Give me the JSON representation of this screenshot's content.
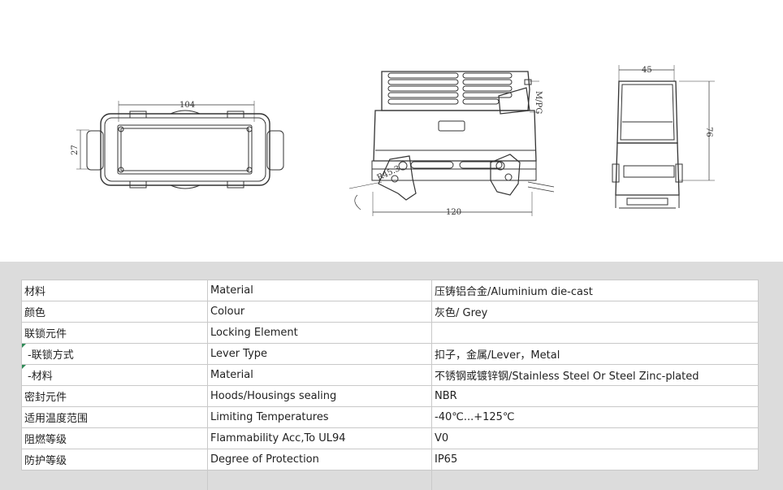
{
  "drawings": {
    "top_view": {
      "width_dim": "104",
      "height_dim": "27"
    },
    "front_view": {
      "width_dim": "120",
      "thread_label": "M/PG",
      "radius_label": "R45.3"
    },
    "side_view": {
      "width_dim": "45",
      "height_dim": "76"
    }
  },
  "spec_table": {
    "rows": [
      {
        "cn": "材料",
        "en": "Material",
        "value": "压铸铝合金/Aluminium die-cast",
        "sub": false
      },
      {
        "cn": "颜色",
        "en": "Colour",
        "value": "灰色/ Grey",
        "sub": false
      },
      {
        "cn": "联锁元件",
        "en": "Locking Element",
        "value": "",
        "sub": false
      },
      {
        "cn": "-联锁方式",
        "en": "Lever Type",
        "value": "扣子，金属/Lever，Metal",
        "sub": true
      },
      {
        "cn": "-材料",
        "en": "Material",
        "value": "不锈钢或镀锌钢/Stainless Steel Or Steel Zinc-plated",
        "sub": true
      },
      {
        "cn": "密封元件",
        "en": "Hoods/Housings sealing",
        "value": "NBR",
        "sub": false
      },
      {
        "cn": "适用温度范围",
        "en": "Limiting Temperatures",
        "value": "-40℃...+125℃",
        "sub": false
      },
      {
        "cn": "阻燃等级",
        "en": "Flammability Acc,To UL94",
        "value": "V0",
        "sub": false
      },
      {
        "cn": "防护等级",
        "en": "Degree of Protection",
        "value": "IP65",
        "sub": false
      }
    ]
  }
}
